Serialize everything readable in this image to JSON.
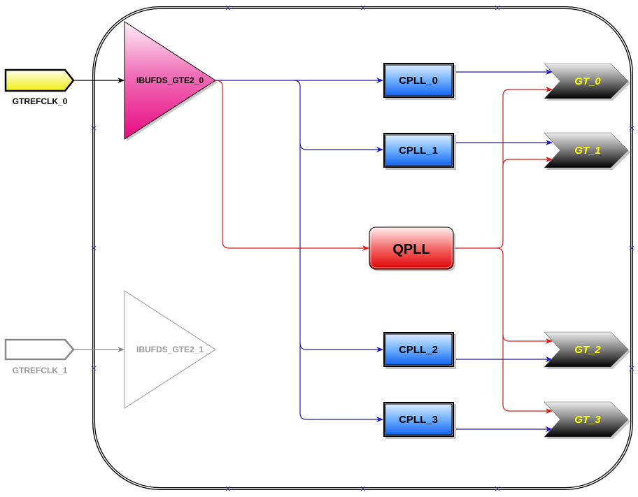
{
  "diagram": {
    "title": "GT transceiver clocking",
    "colors": {
      "blue_net": "#1a1aa8",
      "red_net": "#d41a1a",
      "black_net": "#000000",
      "gray_net": "#888888",
      "gt_label": "#ffff00",
      "port_fill": "#f4f21e",
      "ibufds_fill": "#ea1e8a",
      "cpll_fill": "#1e78f0",
      "qpll_fill": "#e81414",
      "disabled": "#999999"
    },
    "ports": [
      {
        "id": "gtrefclk0",
        "label": "GTREFCLK_0",
        "enabled": true
      },
      {
        "id": "gtrefclk1",
        "label": "GTREFCLK_1",
        "enabled": false
      }
    ],
    "buffers": [
      {
        "id": "ibufds0",
        "label": "IBUFDS_GTE2_0",
        "enabled": true
      },
      {
        "id": "ibufds1",
        "label": "IBUFDS_GTE2_1",
        "enabled": false
      }
    ],
    "cplls": [
      {
        "id": "cpll0",
        "label": "CPLL_0"
      },
      {
        "id": "cpll1",
        "label": "CPLL_1"
      },
      {
        "id": "cpll2",
        "label": "CPLL_2"
      },
      {
        "id": "cpll3",
        "label": "CPLL_3"
      }
    ],
    "qpll": {
      "id": "qpll",
      "label": "QPLL"
    },
    "gts": [
      {
        "id": "gt0",
        "label": "GT_0"
      },
      {
        "id": "gt1",
        "label": "GT_1"
      },
      {
        "id": "gt2",
        "label": "GT_2"
      },
      {
        "id": "gt3",
        "label": "GT_3"
      }
    ],
    "connections": [
      {
        "from": "gtrefclk0",
        "to": "ibufds0",
        "net": "black"
      },
      {
        "from": "gtrefclk1",
        "to": "ibufds1",
        "net": "gray"
      },
      {
        "from": "ibufds0",
        "to": "cpll0",
        "net": "blue"
      },
      {
        "from": "ibufds0",
        "to": "cpll1",
        "net": "blue"
      },
      {
        "from": "ibufds0",
        "to": "cpll2",
        "net": "blue"
      },
      {
        "from": "ibufds0",
        "to": "cpll3",
        "net": "blue"
      },
      {
        "from": "ibufds0",
        "to": "qpll",
        "net": "red"
      },
      {
        "from": "cpll0",
        "to": "gt0",
        "net": "blue"
      },
      {
        "from": "cpll1",
        "to": "gt1",
        "net": "blue"
      },
      {
        "from": "cpll2",
        "to": "gt2",
        "net": "blue"
      },
      {
        "from": "cpll3",
        "to": "gt3",
        "net": "blue"
      },
      {
        "from": "qpll",
        "to": "gt0",
        "net": "red"
      },
      {
        "from": "qpll",
        "to": "gt1",
        "net": "red"
      },
      {
        "from": "qpll",
        "to": "gt2",
        "net": "red"
      },
      {
        "from": "qpll",
        "to": "gt3",
        "net": "red"
      }
    ]
  }
}
